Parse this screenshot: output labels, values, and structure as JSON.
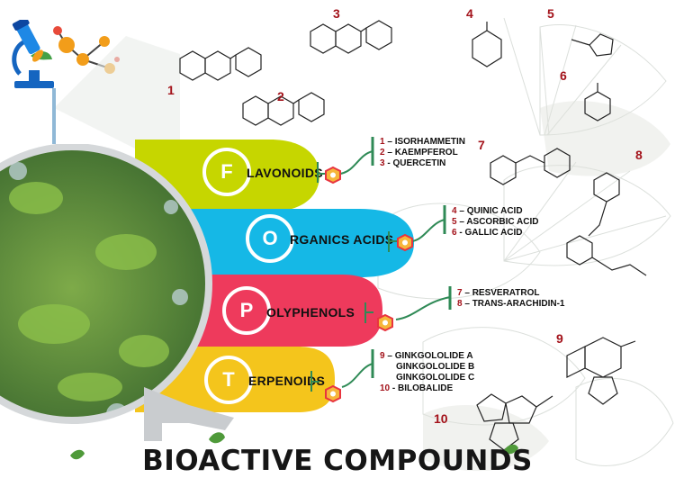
{
  "title": "BIOACTIVE COMPOUNDS",
  "structure_numbers": [
    "1",
    "2",
    "3",
    "4",
    "5",
    "6",
    "7",
    "8",
    "9",
    "10"
  ],
  "classes": [
    {
      "letter": "F",
      "rest": "LAVONOIDS",
      "color": "#c6d600",
      "compounds": [
        {
          "num": "1",
          "sep": " – ",
          "name": "ISORHAMMETIN"
        },
        {
          "num": "2",
          "sep": " – ",
          "name": "KAEMPFEROL"
        },
        {
          "num": "3",
          "sep": " - ",
          "name": "QUERCETIN"
        }
      ]
    },
    {
      "letter": "O",
      "rest": "RGANICS ACIDS",
      "color": "#15b8e6",
      "compounds": [
        {
          "num": "4",
          "sep": " – ",
          "name": "QUINIC ACID"
        },
        {
          "num": "5",
          "sep": " – ",
          "name": "ASCORBIC ACID"
        },
        {
          "num": "6",
          "sep": " - ",
          "name": "GALLIC ACID"
        }
      ]
    },
    {
      "letter": "P",
      "rest": "OLYPHENOLS",
      "color": "#ee3a5c",
      "compounds": [
        {
          "num": "7",
          "sep": " – ",
          "name": "RESVERATROL"
        },
        {
          "num": "8",
          "sep": " – ",
          "name": "TRANS-ARACHIDIN-1"
        }
      ]
    },
    {
      "letter": "T",
      "rest": "ERPENOIDS",
      "color": "#f4c51c",
      "compounds": [
        {
          "num": "9",
          "sep": " – ",
          "name": "GINKGOLOLIDE A"
        },
        {
          "num": "",
          "sep": "",
          "name": "GINKGOLOLIDE B"
        },
        {
          "num": "",
          "sep": "",
          "name": "GINKGOLOLIDE C"
        },
        {
          "num": "10",
          "sep": " - ",
          "name": "BILOBALIDE"
        }
      ]
    }
  ],
  "colors": {
    "accent_green": "#2f8a56",
    "number_red": "#a3121a",
    "hexagon_fill": "#f6b63a",
    "hexagon_stroke": "#e8343f",
    "microscope_blue": "#1565c0",
    "molecule_orange": "#f29d1a"
  },
  "icons": [
    "microscope-icon",
    "molecule-icon",
    "hexagon-icon",
    "leaf-icon",
    "ginkgo-tree-photo"
  ]
}
